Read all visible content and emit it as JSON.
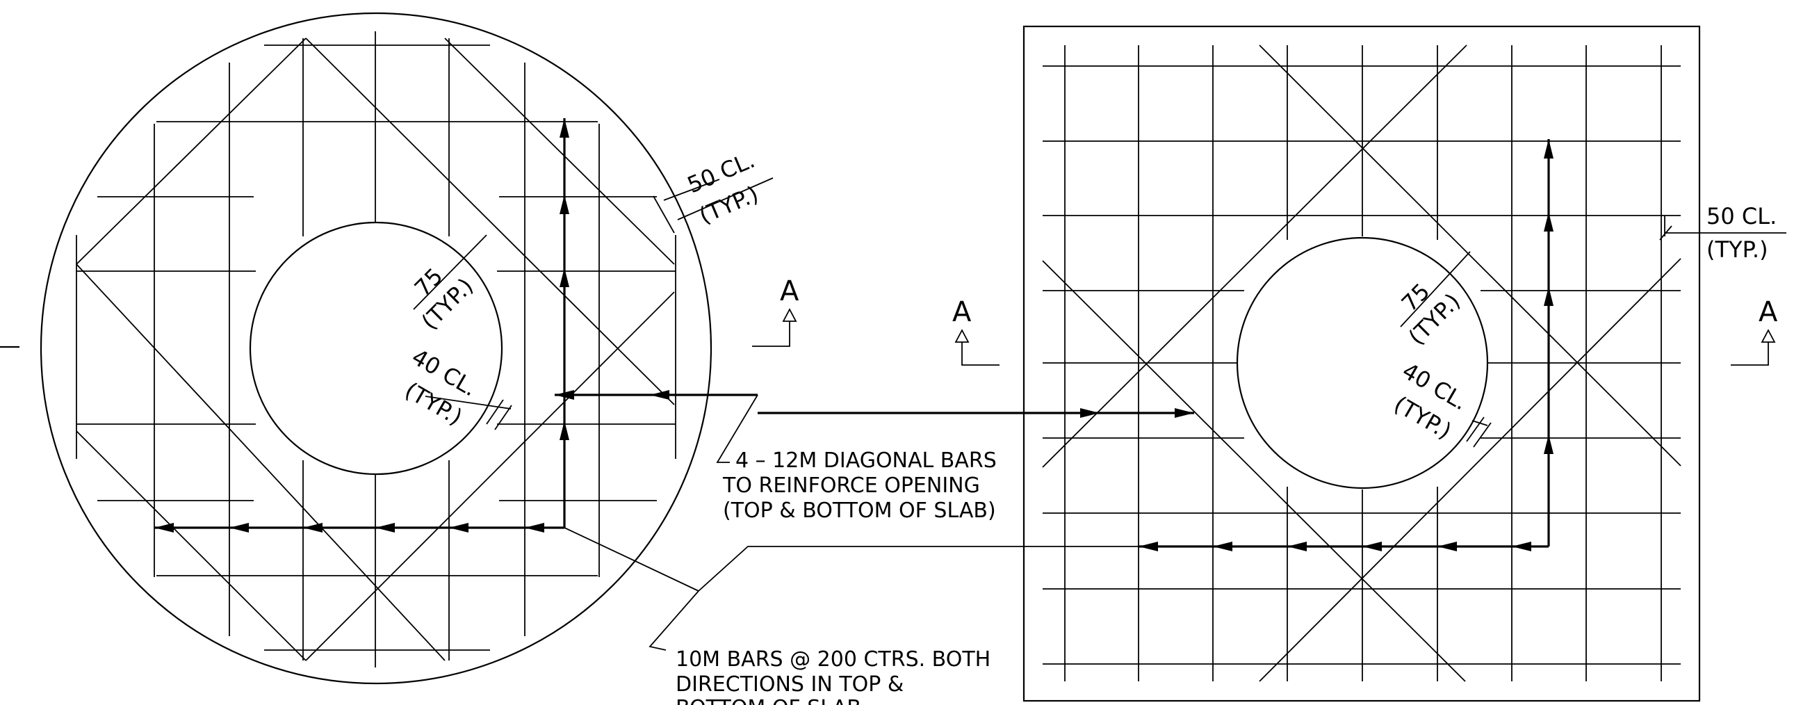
{
  "left_plan": {
    "cover_outer": "50 CL.",
    "cover_outer_typ": "(TYP.)",
    "opening_dim": "75",
    "opening_dim_typ": "(TYP.)",
    "cover_opening": "40 CL.",
    "cover_opening_typ": "(TYP.)",
    "section_mark": "A"
  },
  "right_plan": {
    "cover_outer": "50 CL.",
    "cover_outer_typ": "(TYP.)",
    "opening_dim": "75",
    "opening_dim_typ": "(TYP.)",
    "cover_opening": "40 CL.",
    "cover_opening_typ": "(TYP.)",
    "section_mark_left": "A",
    "section_mark_right": "A"
  },
  "notes": {
    "diagonal_bars": [
      "4 – 12M DIAGONAL BARS",
      "TO REINFORCE OPENING",
      "(TOP & BOTTOM OF SLAB)"
    ],
    "mesh_bars": [
      "10M BARS @ 200 CTRS. BOTH",
      "DIRECTIONS IN TOP &",
      "BOTTOM OF SLAB"
    ]
  }
}
